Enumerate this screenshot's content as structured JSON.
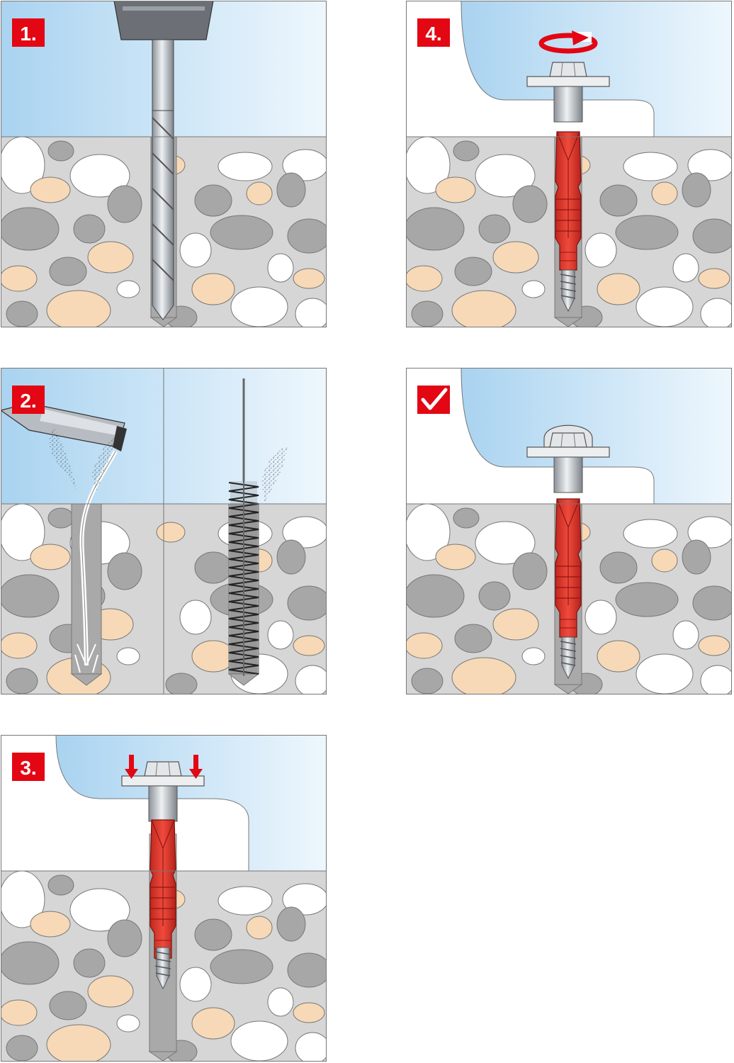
{
  "steps": [
    {
      "id": "step-1",
      "badge": "1.",
      "action": "drill-hole"
    },
    {
      "id": "step-2",
      "badge": "2.",
      "action": "clean-hole"
    },
    {
      "id": "step-3",
      "badge": "3.",
      "action": "insert-anchor"
    },
    {
      "id": "step-4",
      "badge": "4.",
      "action": "tighten-screw"
    },
    {
      "id": "step-done",
      "badge": "",
      "action": "finished"
    }
  ],
  "colors": {
    "badge": "#e30613",
    "anchor": "#e8372c",
    "sky": "#bfe0f5",
    "concrete": "#d6d6d6",
    "stone_grey": "#a7a7a7",
    "stone_beige": "#f7d9b7",
    "stone_white": "#ffffff",
    "metal": "#c9ced3"
  },
  "icons": {
    "done": "check-icon",
    "rotate": "rotate-arrow-icon",
    "press": "down-arrow-icon"
  }
}
